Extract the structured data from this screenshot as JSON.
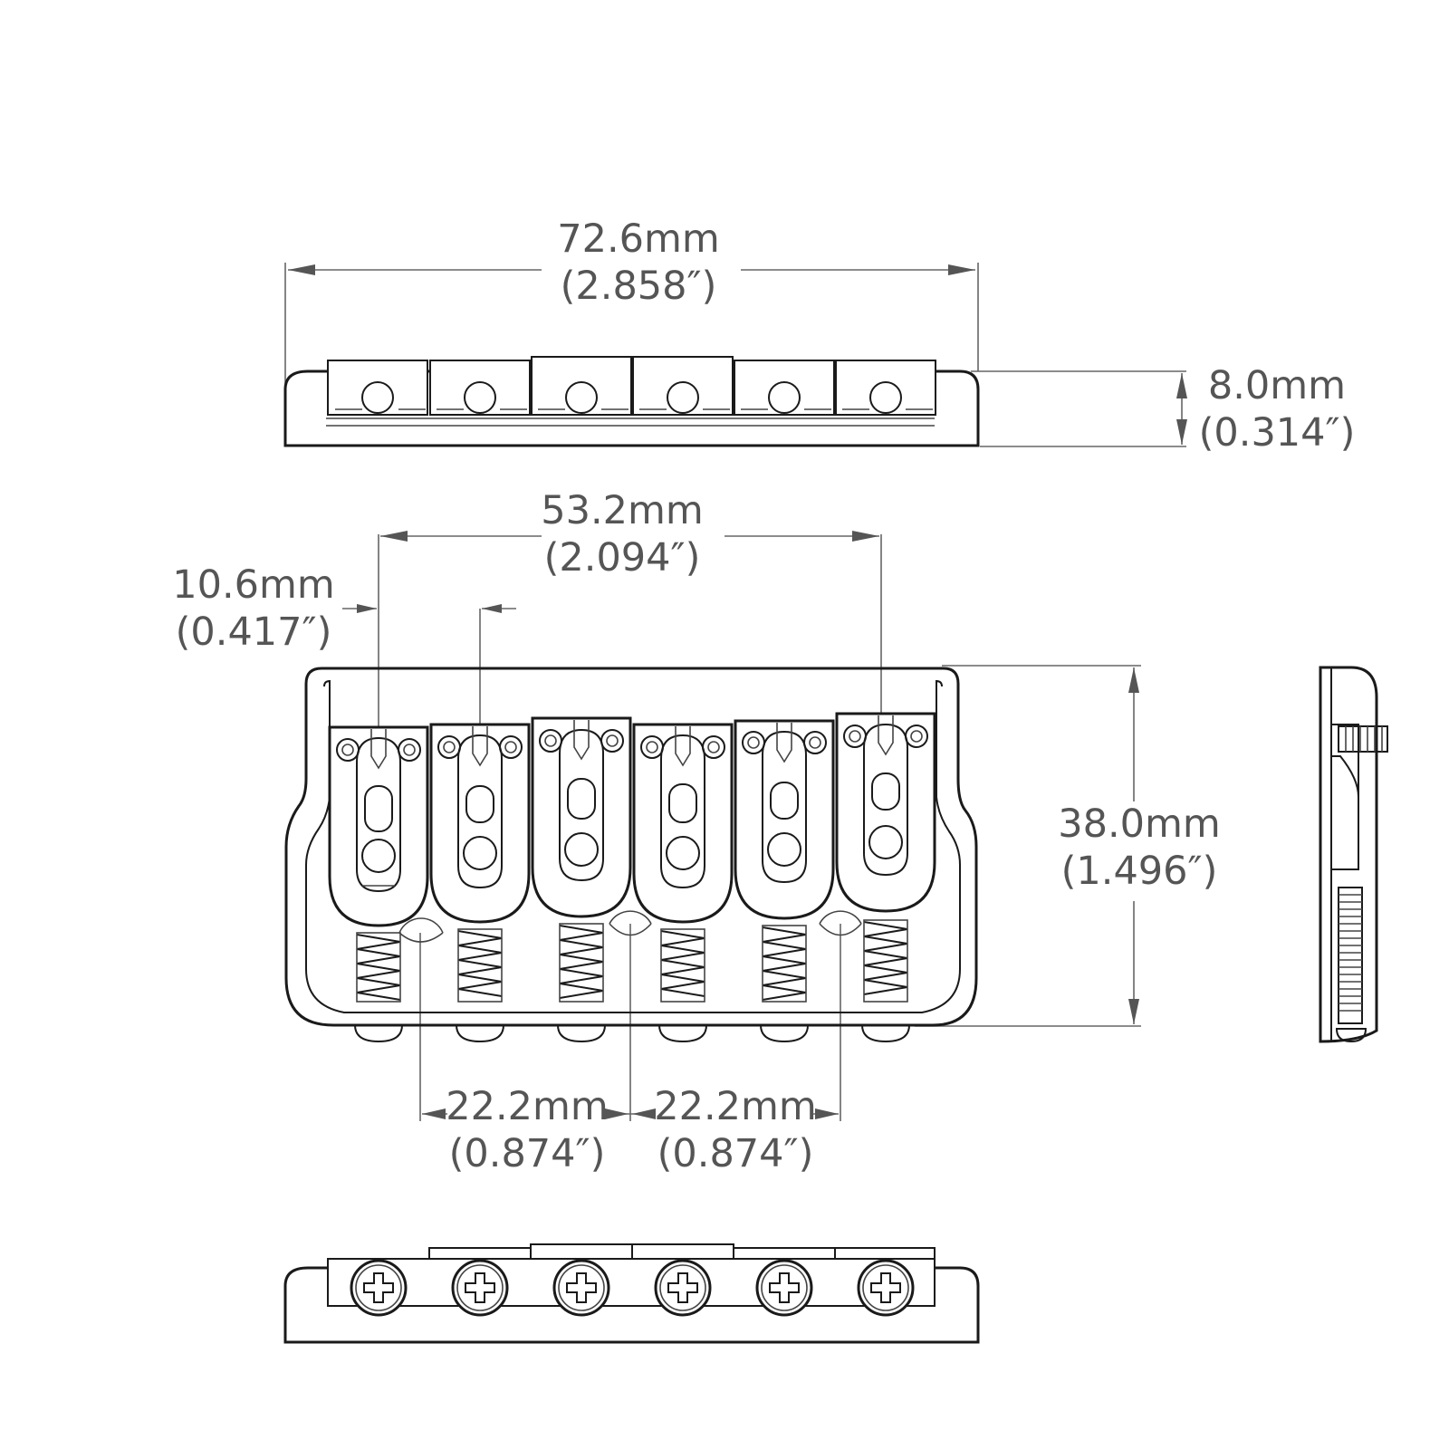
{
  "dimensions": {
    "overall_width": {
      "mm": "72.6mm",
      "inch": "(2.858″)"
    },
    "height": {
      "mm": "8.0mm",
      "inch": "(0.314″)"
    },
    "outer_string_span": {
      "mm": "53.2mm",
      "inch": "(2.094″)"
    },
    "string_spacing": {
      "mm": "10.6mm",
      "inch": "(0.417″)"
    },
    "depth": {
      "mm": "38.0mm",
      "inch": "(1.496″)"
    },
    "mount_spacing_left": {
      "mm": "22.2mm",
      "inch": "(0.874″)"
    },
    "mount_spacing_right": {
      "mm": "22.2mm",
      "inch": "(0.874″)"
    }
  },
  "colors": {
    "line": "#1a1a1a",
    "dimension_text": "#555555",
    "background": "#ffffff"
  },
  "saddle_count": 6
}
